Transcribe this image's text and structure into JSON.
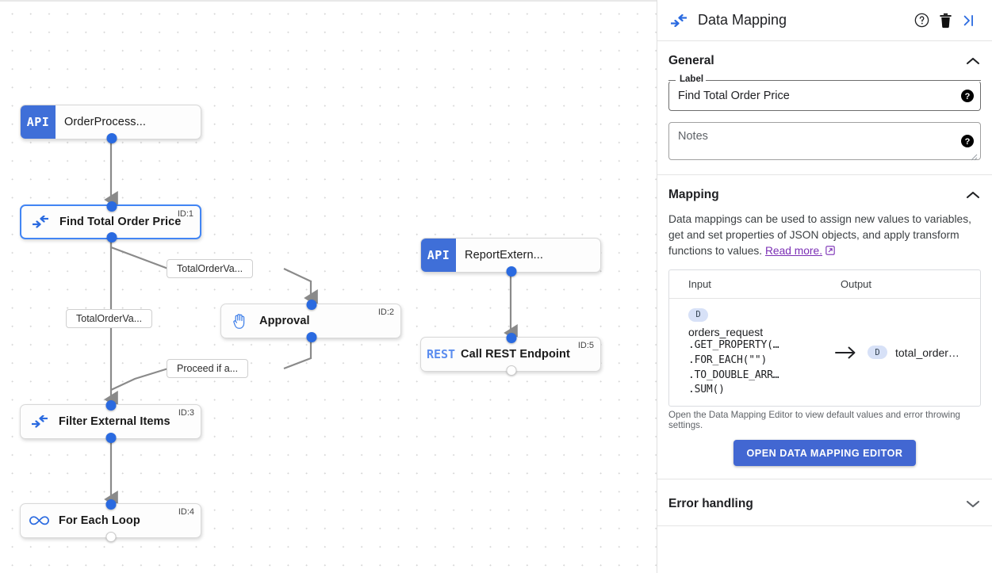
{
  "canvas": {
    "nodes": [
      {
        "id": "n0",
        "badge": "API",
        "title": "OrderProcess...",
        "icon": "api-badge",
        "node_id": "",
        "selected": false,
        "bold": false
      },
      {
        "id": "n1",
        "badge": "",
        "title": "Find Total Order Price",
        "icon": "data-mapping-icon",
        "node_id": "ID:1",
        "selected": true,
        "bold": true
      },
      {
        "id": "n2",
        "badge": "",
        "title": "Approval",
        "icon": "hand-icon",
        "node_id": "ID:2",
        "selected": false,
        "bold": true
      },
      {
        "id": "n3",
        "badge": "",
        "title": "Filter External Items",
        "icon": "data-mapping-icon",
        "node_id": "ID:3",
        "selected": false,
        "bold": true
      },
      {
        "id": "n4",
        "badge": "",
        "title": "For Each Loop",
        "icon": "loop-icon",
        "node_id": "ID:4",
        "selected": false,
        "bold": true
      },
      {
        "id": "n5",
        "badge": "API",
        "title": "ReportExtern...",
        "icon": "api-badge",
        "node_id": "",
        "selected": false,
        "bold": false
      },
      {
        "id": "n6",
        "badge": "REST",
        "title": "Call REST Endpoint",
        "icon": "rest-badge",
        "node_id": "ID:5",
        "selected": false,
        "bold": true
      }
    ],
    "edge_labels": [
      {
        "id": "e1",
        "text": "TotalOrderVa..."
      },
      {
        "id": "e2",
        "text": "TotalOrderVa..."
      },
      {
        "id": "e3",
        "text": "Proceed if a..."
      }
    ]
  },
  "panel": {
    "header": {
      "title": "Data Mapping",
      "icon": "data-mapping-icon",
      "help_icon": "help-circle-icon",
      "delete_icon": "trash-icon",
      "collapse_icon": "collapse-panel-icon"
    },
    "general": {
      "title": "General",
      "label_legend": "Label",
      "label_value": "Find Total Order Price",
      "notes_placeholder": "Notes"
    },
    "mapping": {
      "title": "Mapping",
      "description_part1": "Data mappings can be used to assign new values to variables, get and set properties of JSON objects, and apply transform functions to values. ",
      "read_more": "Read more.",
      "columns": [
        "Input",
        "Output"
      ],
      "row": {
        "input_badge": "D",
        "input_var": "orders_request",
        "input_chain": [
          ".GET_PROPERTY(…",
          ".FOR_EACH(\"\")",
          ".TO_DOUBLE_ARR…",
          ".SUM()"
        ],
        "output_badge": "D",
        "output_var": "total_order…"
      },
      "footnote": "Open the Data Mapping Editor to view default values and error throwing settings.",
      "editor_button": "OPEN DATA MAPPING EDITOR"
    },
    "error_handling": {
      "title": "Error handling"
    }
  },
  "colors": {
    "accent_blue": "#4267d2",
    "port_blue": "#2a6ae0",
    "api_badge": "#3f6fd8",
    "link_purple": "#7b2fb5",
    "rest_blue": "#5b8def"
  }
}
